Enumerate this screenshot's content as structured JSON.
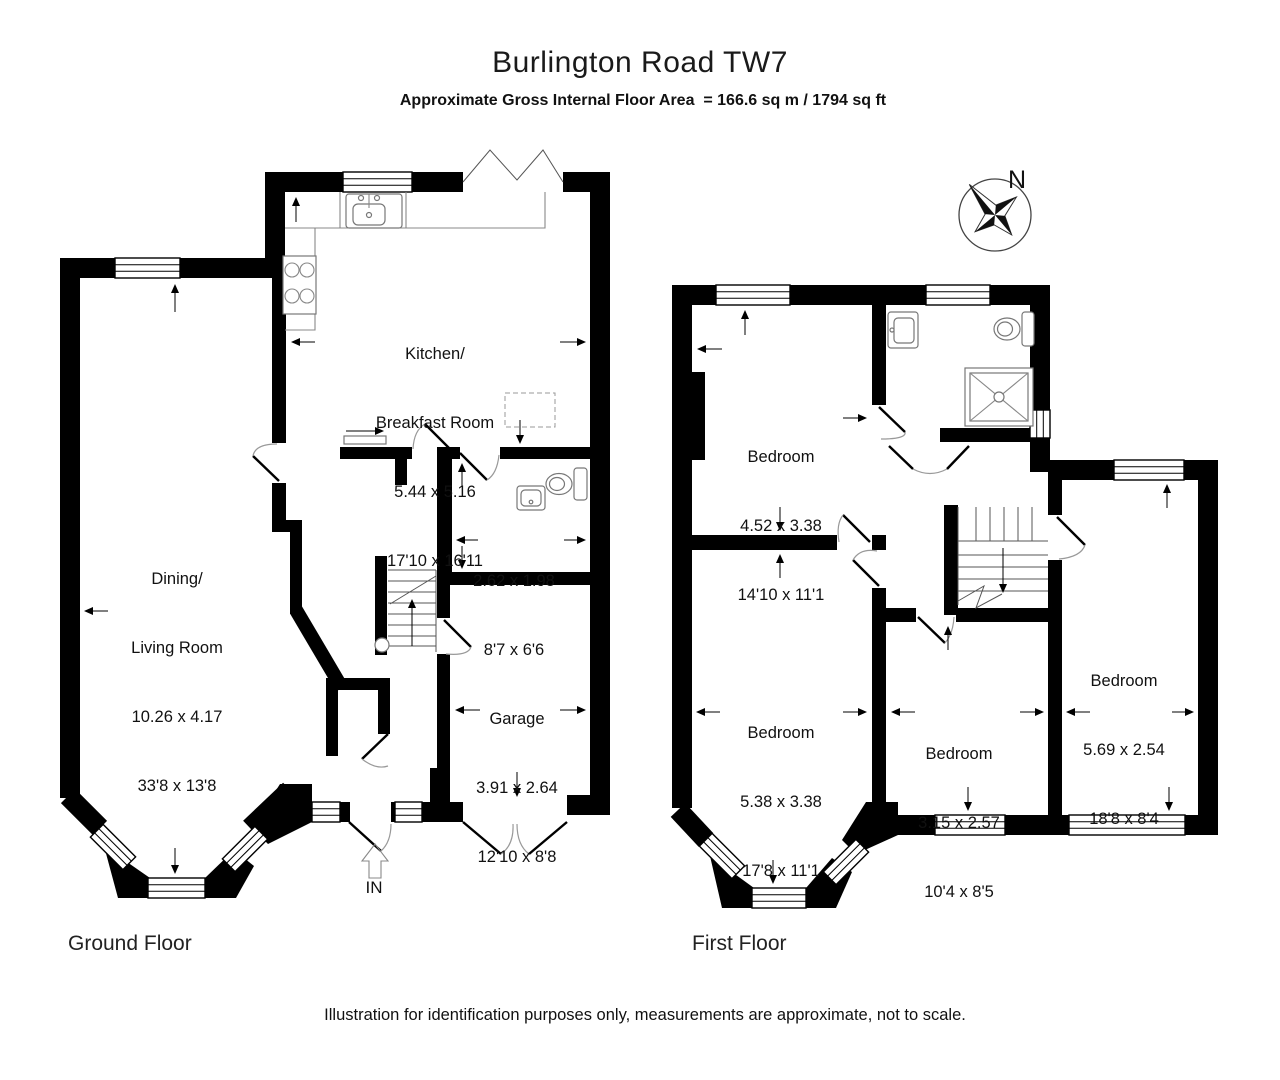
{
  "header": {
    "title": "Burlington Road TW7",
    "subtitle": "Approximate Gross Internal Floor Area  = 166.6 sq m / 1794 sq ft"
  },
  "ground_floor": {
    "label": "Ground Floor",
    "entrance_label": "IN",
    "rooms": {
      "kitchen": {
        "line1": "Kitchen/",
        "line2": "Breakfast Room",
        "metric": "5.44 x 5.16",
        "imperial": "17'10 x 16'11"
      },
      "dining": {
        "line1": "Dining/",
        "line2": "Living Room",
        "metric": "10.26 x 4.17",
        "imperial": "33'8 x 13'8"
      },
      "wc": {
        "metric": "2.62 x 1.98",
        "imperial": "8'7 x 6'6"
      },
      "garage": {
        "name": "Garage",
        "metric": "3.91 x 2.64",
        "imperial": "12'10 x 8'8"
      }
    }
  },
  "first_floor": {
    "label": "First Floor",
    "rooms": {
      "bedroom1": {
        "name": "Bedroom",
        "metric": "4.52 x 3.38",
        "imperial": "14'10 x 11'1"
      },
      "bedroom2": {
        "name": "Bedroom",
        "metric": "5.38 x 3.38",
        "imperial": "17'8 x 11'1"
      },
      "bedroom3": {
        "name": "Bedroom",
        "metric": "3.15 x 2.57",
        "imperial": "10'4 x 8'5"
      },
      "bedroom4": {
        "name": "Bedroom",
        "metric": "5.69 x 2.54",
        "imperial": "18'8 x 8'4"
      }
    }
  },
  "compass": {
    "north_label": "N"
  },
  "footer": {
    "disclaimer": "Illustration for identification purposes only, measurements are approximate, not to scale."
  },
  "colors": {
    "wall": "#000000",
    "background": "#ffffff"
  }
}
